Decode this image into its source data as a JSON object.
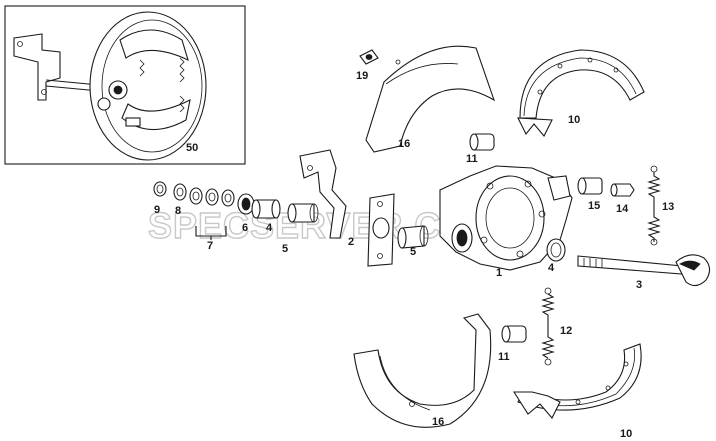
{
  "callouts": {
    "c1": "1",
    "c2": "2",
    "c3": "3",
    "c4a": "4",
    "c4b": "4",
    "c5a": "5",
    "c5b": "5",
    "c6": "6",
    "c7": "7",
    "c8": "8",
    "c9": "9",
    "c10a": "10",
    "c10b": "10",
    "c11a": "11",
    "c11b": "11",
    "c12": "12",
    "c13": "13",
    "c14": "14",
    "c15": "15",
    "c16a": "16",
    "c16b": "16",
    "c19": "19",
    "c50": "50"
  },
  "watermark": "SPECSERVER.COM"
}
